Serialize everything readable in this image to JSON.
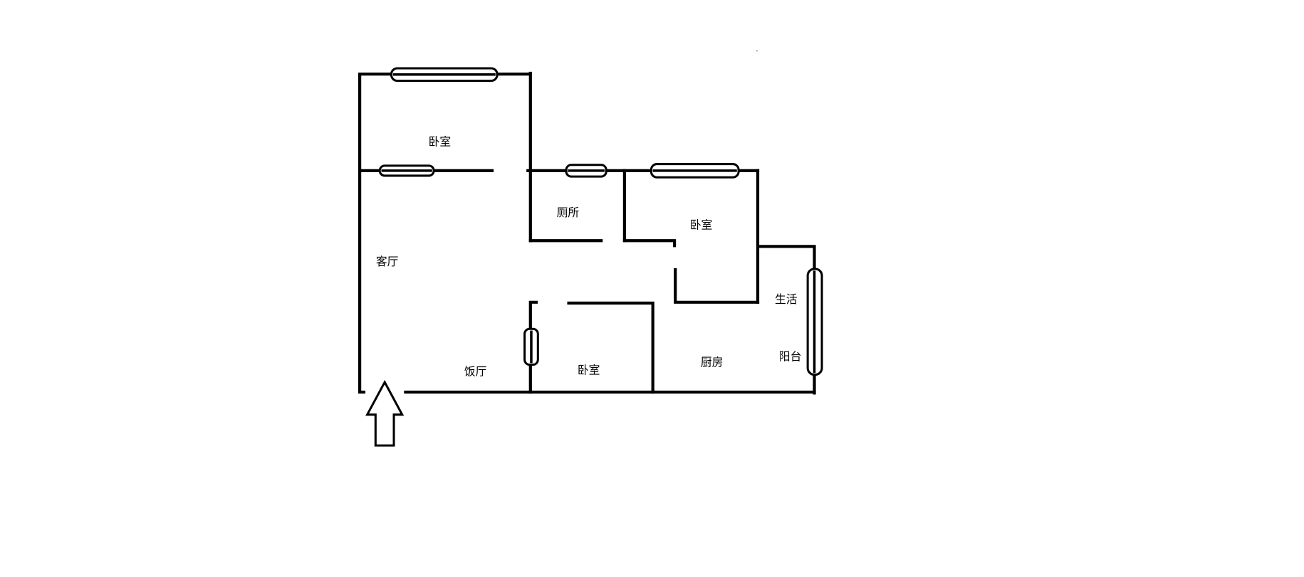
{
  "floor_plan": {
    "rooms": {
      "bedroom_top": "卧室",
      "toilet": "厕所",
      "bedroom_right": "卧室",
      "living_room": "客厅",
      "utility_balcony_line1": "生活",
      "utility_balcony_line2": "阳台",
      "kitchen": "厨房",
      "bedroom_bottom": "卧室",
      "dining_room": "饭厅"
    },
    "entrance_icon": "arrow-up-icon",
    "colors": {
      "wall": "#000000",
      "background": "#ffffff"
    }
  }
}
